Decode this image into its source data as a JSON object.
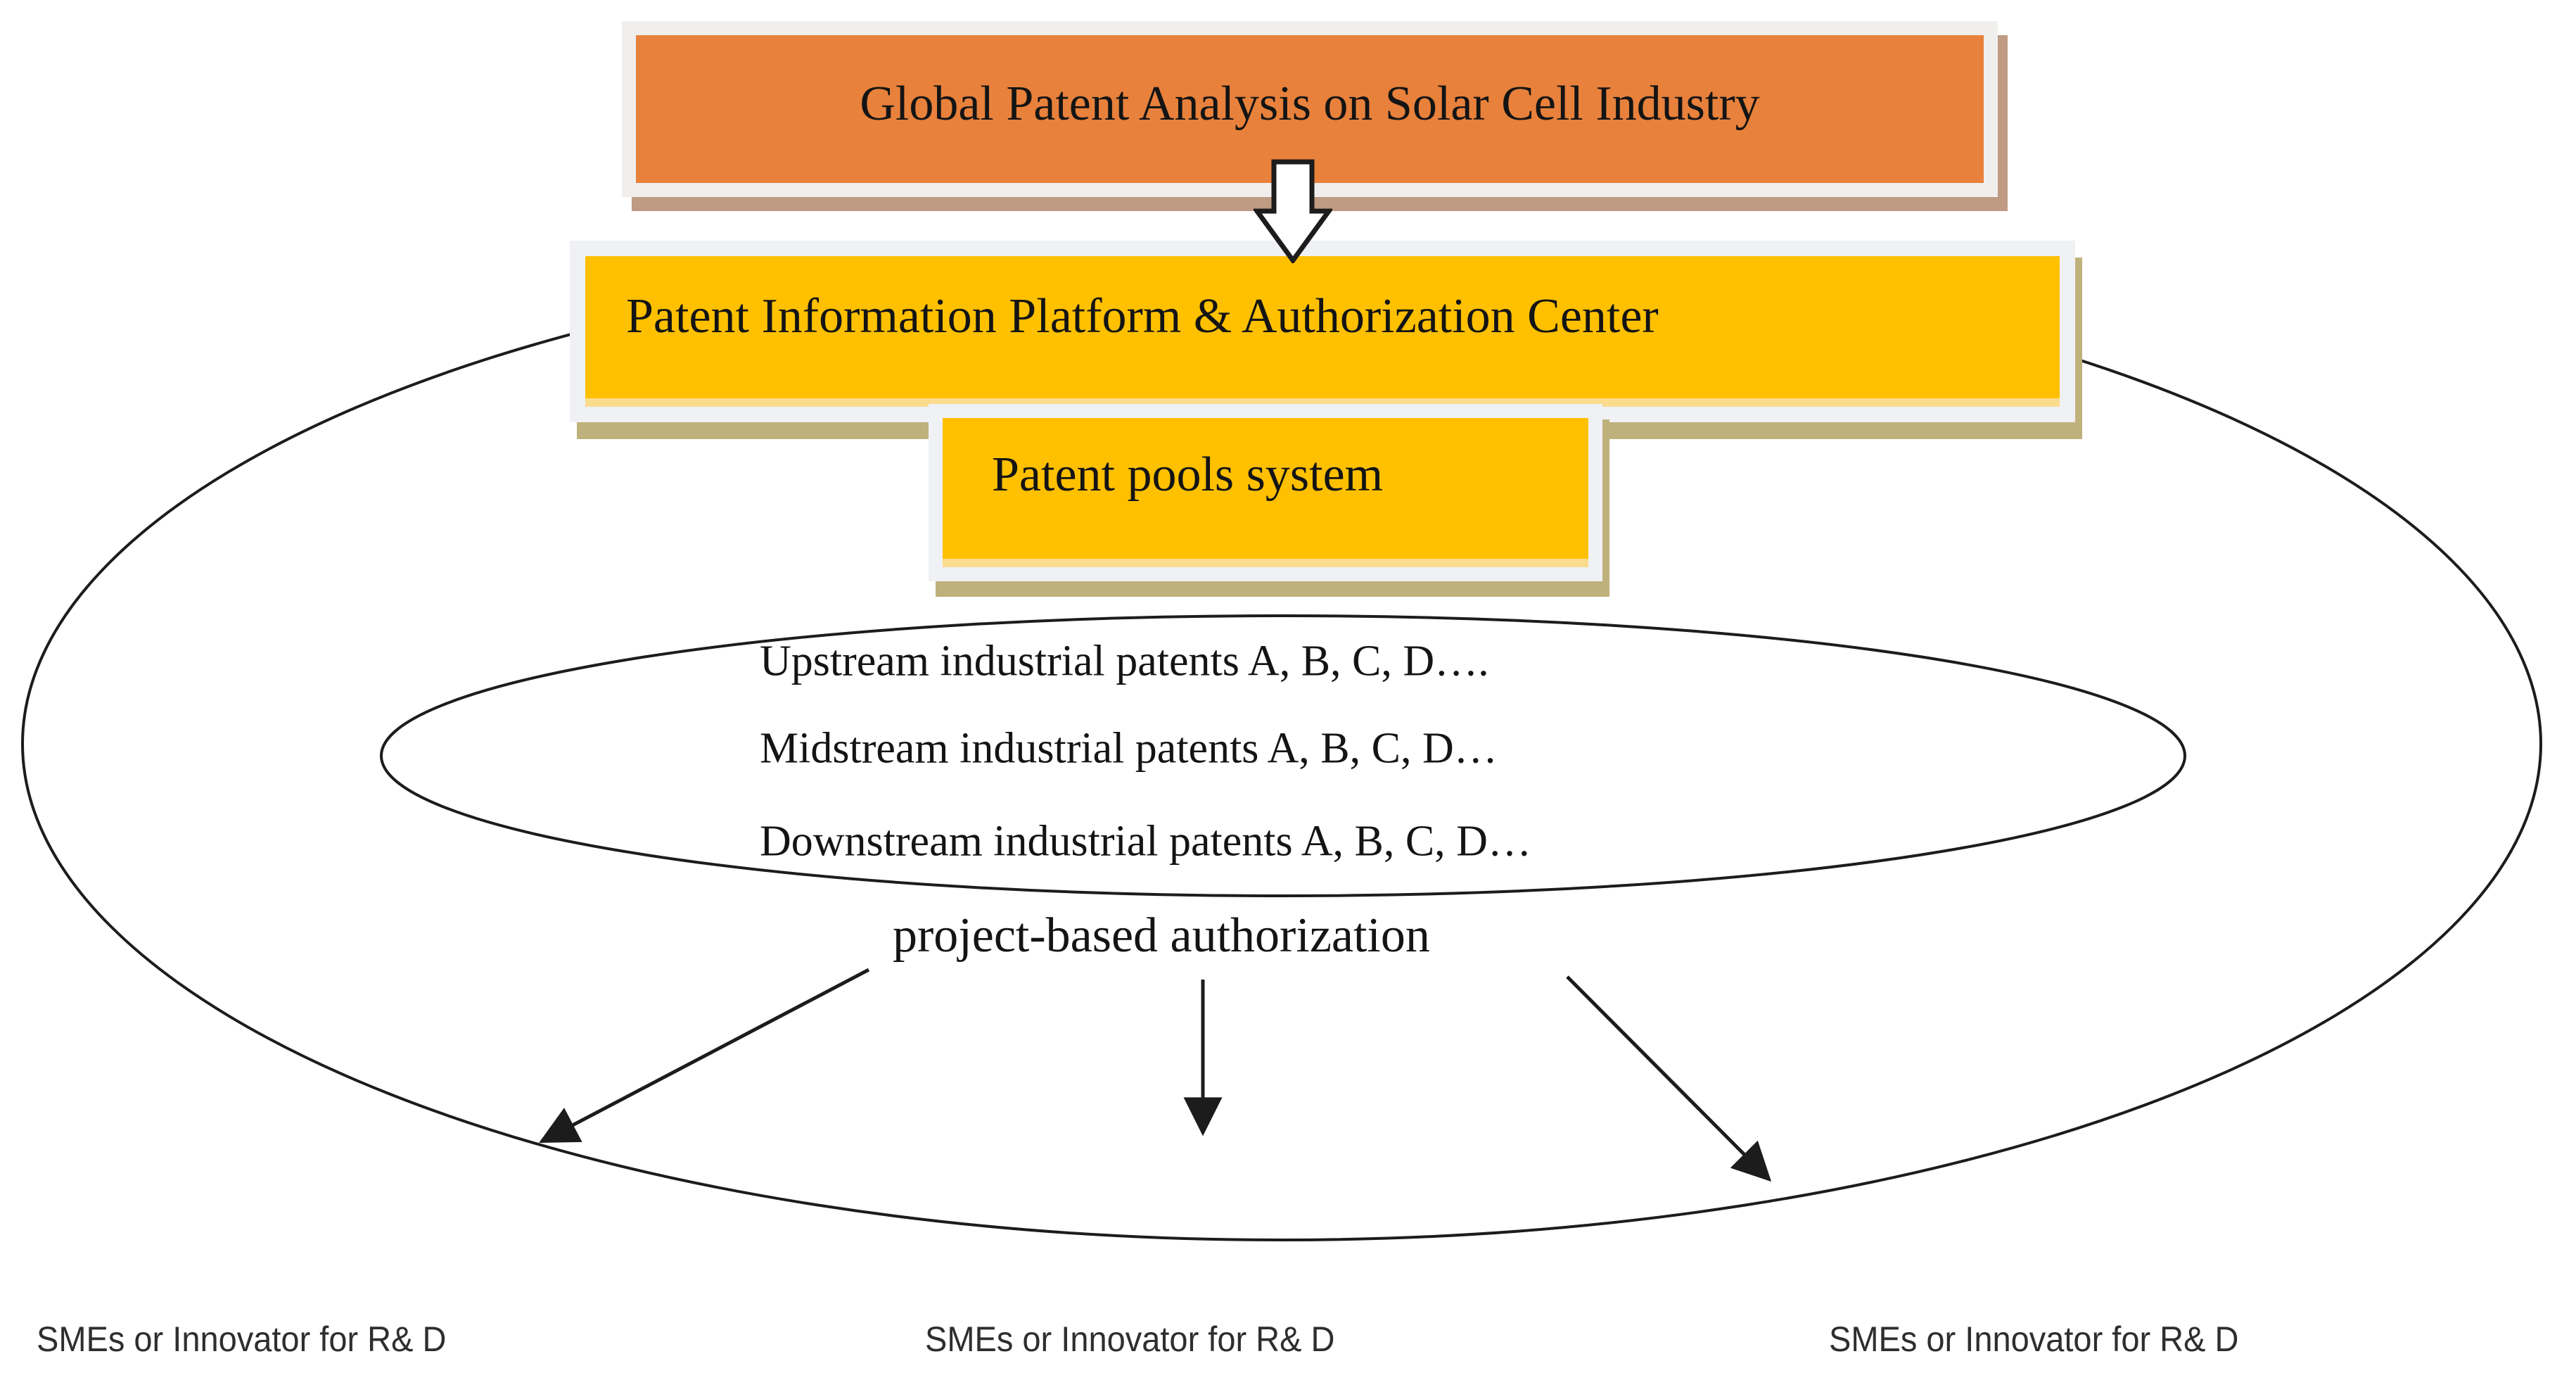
{
  "top_box": {
    "label": "Global Patent Analysis on Solar Cell Industry"
  },
  "platform_box": {
    "label": "Patent Information Platform & Authorization Center"
  },
  "pools_box": {
    "label": "Patent pools system"
  },
  "patent_pool_lines": [
    "Upstream industrial patents A, B, C, D….",
    "Midstream industrial patents A, B, C, D…",
    "Downstream industrial patents A, B, C, D…"
  ],
  "authorization_label": "project-based authorization",
  "recipient_labels": [
    "SMEs or Innovator for R& D",
    "SMEs or Innovator for R& D",
    "SMEs or Innovator for R& D"
  ],
  "icons": {
    "block_arrow": "down-block-arrow-icon",
    "flow_arrows": [
      "arrow-down-left",
      "arrow-down",
      "arrow-down-right"
    ]
  },
  "colors": {
    "top_box_fill": "#E8813B",
    "gold_fill": "#FFC000",
    "gold_fill_edge": "#FBDC8E",
    "frame": "#F0F1F5",
    "top_box_shadow": "#BE9B82",
    "gold_shadow": "#BFB17C",
    "line": "#1C1C1C",
    "background": "#FFFFFF"
  }
}
